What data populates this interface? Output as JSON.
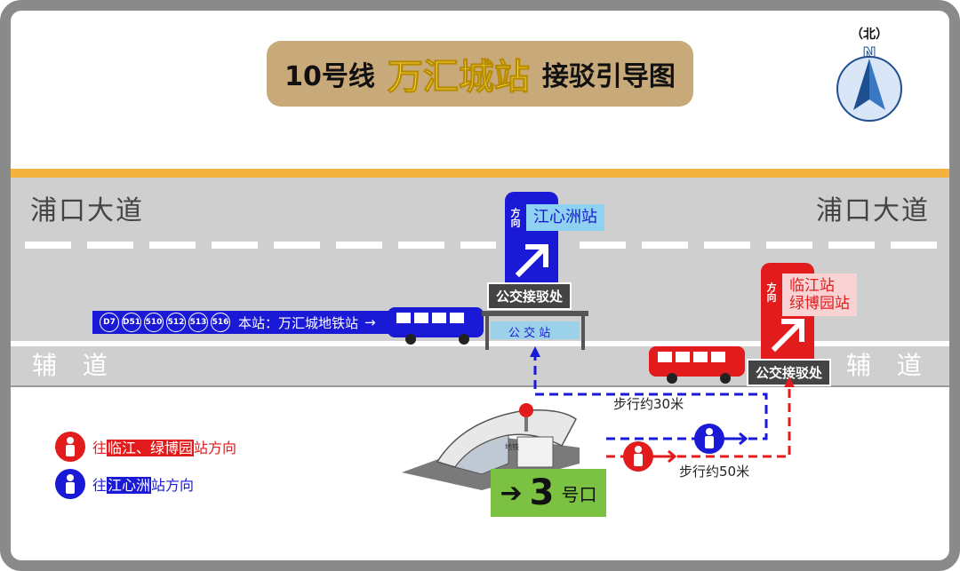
{
  "title": {
    "line": "10号线",
    "station": "万汇城站",
    "suffix": "接驳引导图"
  },
  "compass": {
    "label": "（北）",
    "letter": "N"
  },
  "roads": {
    "main_left": "浦口大道",
    "main_right": "浦口大道",
    "aux_left": "辅 道",
    "aux_right": "辅 道"
  },
  "sign_blue": {
    "direction": "方向",
    "destination": "江心洲站",
    "stop_label": "公交接驳处",
    "color": "#1a1ad6"
  },
  "sign_red": {
    "direction": "方向",
    "destination_line1": "临江站",
    "destination_line2": "绿博园站",
    "stop_label": "公交接驳处",
    "color": "#e21c1c"
  },
  "bus_routes": {
    "badges": [
      "D7",
      "D51",
      "510",
      "512",
      "513",
      "516"
    ],
    "text": "本站：万汇城地铁站"
  },
  "shelter": {
    "label": "公  交  站"
  },
  "walk": {
    "blue": "步行约30米",
    "red": "步行约50米"
  },
  "exit": {
    "number": "3",
    "label": "号口",
    "color": "#7cc242"
  },
  "legend": {
    "red": {
      "prefix": "往",
      "highlight": "临江、绿博园",
      "suffix": "站方向"
    },
    "blue": {
      "prefix": "往",
      "highlight": "江心洲",
      "suffix": "站方向"
    }
  },
  "metro_sign": {
    "label": "地铁"
  }
}
